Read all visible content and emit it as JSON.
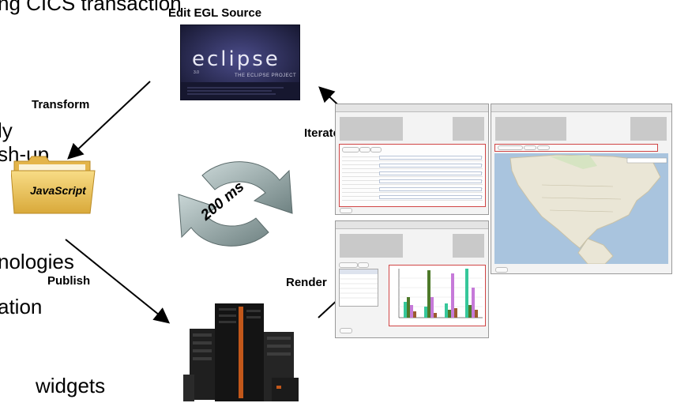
{
  "background_text": {
    "line1": "ng CICS transaction",
    "line2": "ly",
    "line3": "sh-up",
    "line4": "nologies",
    "line5": "ation",
    "line6": "widgets"
  },
  "labels": {
    "edit_source": "Edit EGL Source",
    "transform": "Transform",
    "iterate": "Iterate",
    "publish": "Publish",
    "render": "Render",
    "javascript": "JavaScript",
    "cycle_time": "200 ms"
  },
  "eclipse": {
    "logo": "eclipse",
    "tagline": "THE ECLIPSE PROJECT",
    "version": "3.0"
  },
  "colors": {
    "arrow": "#000000",
    "cycle_arrows": "#8fa2a2",
    "folder": "#f2c85a",
    "eclipse_bg": "#1c1d3a",
    "form_frame": "#d04545"
  },
  "icons": [
    "eclipse-logo-icon",
    "javascript-folder-icon",
    "ibm-server-icon",
    "refresh-cycle-icon",
    "map-icon",
    "bar-chart-icon"
  ]
}
